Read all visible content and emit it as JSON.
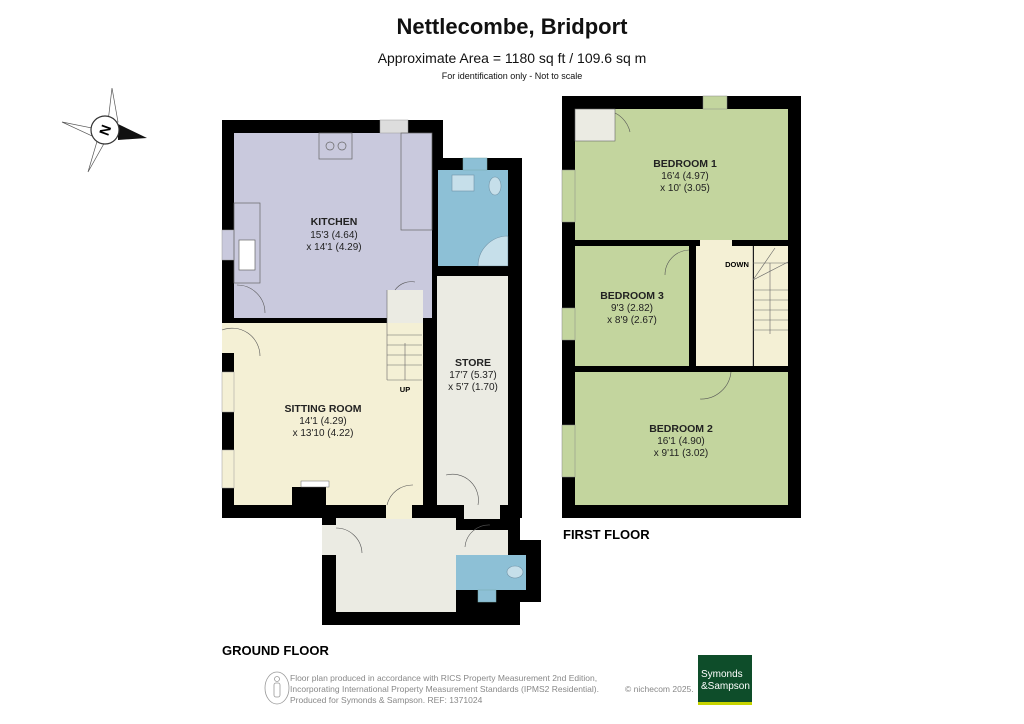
{
  "header": {
    "title": "Nettlecombe, Bridport",
    "area": "Approximate Area = 1180 sq ft / 109.6 sq m",
    "note": "For identification only - Not to scale"
  },
  "compass": {
    "label": "N"
  },
  "ground_floor": {
    "label": "GROUND FLOOR",
    "rooms": [
      {
        "name": "KITCHEN",
        "dim1": "15'3 (4.64)",
        "dim2": "x 14'1 (4.29)"
      },
      {
        "name": "SITTING ROOM",
        "dim1": "14'1 (4.29)",
        "dim2": "x 13'10 (4.22)"
      },
      {
        "name": "STORE",
        "dim1": "17'7 (5.37)",
        "dim2": "x 5'7 (1.70)"
      }
    ],
    "stairs_label": "UP"
  },
  "first_floor": {
    "label": "FIRST FLOOR",
    "rooms": [
      {
        "name": "BEDROOM 1",
        "dim1": "16'4 (4.97)",
        "dim2": "x 10' (3.05)"
      },
      {
        "name": "BEDROOM 3",
        "dim1": "9'3 (2.82)",
        "dim2": "x 8'9 (2.67)"
      },
      {
        "name": "BEDROOM 2",
        "dim1": "16'1 (4.90)",
        "dim2": "x 9'11 (3.02)"
      }
    ],
    "stairs_label": "DOWN"
  },
  "footer": {
    "line1": "Floor plan produced in accordance with RICS Property Measurement 2nd Edition,",
    "line2": "Incorporating International Property Measurement Standards (IPMS2 Residential).",
    "line3": "Produced for Symonds & Sampson.   REF:  1371024",
    "copyright": "© nichecom 2025.",
    "logo_line1": "Symonds",
    "logo_line2": "&Sampson"
  },
  "colors": {
    "kitchen": "#c9c9dd",
    "bathroom": "#8dc0d6",
    "store": "#ebebe3",
    "sitting": "#f4f0d5",
    "bedroom": "#c3d59e",
    "wall": "#000000",
    "logo": "#0e4d2a"
  }
}
